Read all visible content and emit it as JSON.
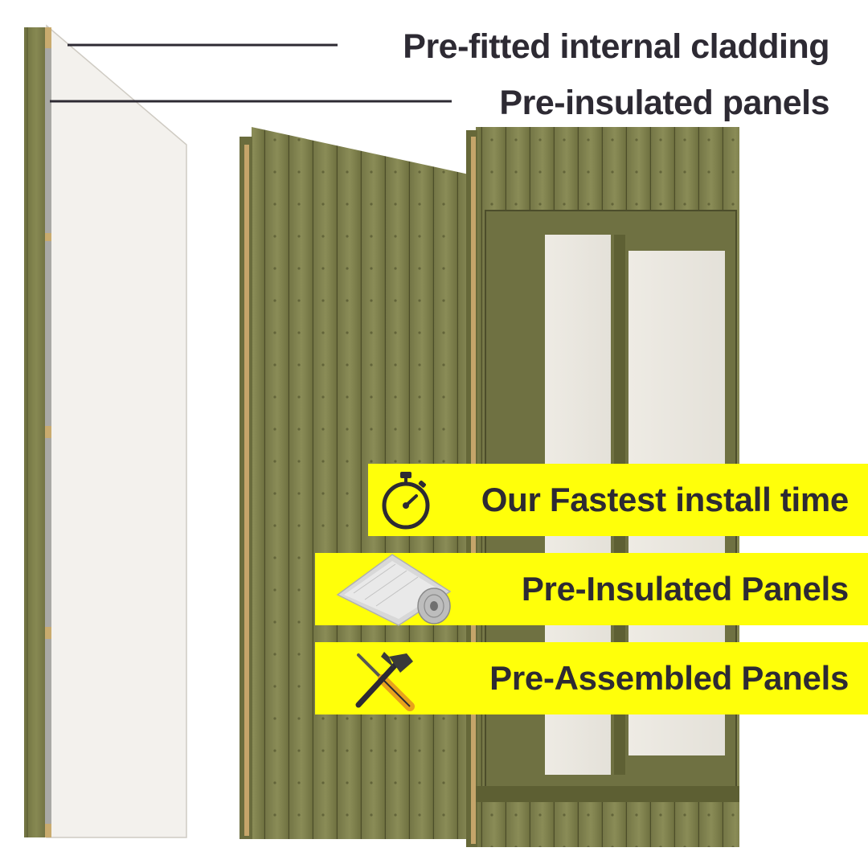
{
  "callouts": {
    "internal_cladding": "Pre-fitted internal cladding",
    "insulated_panels": "Pre-insulated panels"
  },
  "features": [
    {
      "label": "Our Fastest install time",
      "icon": "stopwatch-icon"
    },
    {
      "label": "Pre-Insulated Panels",
      "icon": "insulation-roll-icon"
    },
    {
      "label": "Pre-Assembled Panels",
      "icon": "hammer-screwdriver-icon"
    }
  ],
  "colors": {
    "banner": "#ffff0a",
    "text": "#2d2a33",
    "timber": "#7d7f4a",
    "cladding": "#f0eeea"
  }
}
